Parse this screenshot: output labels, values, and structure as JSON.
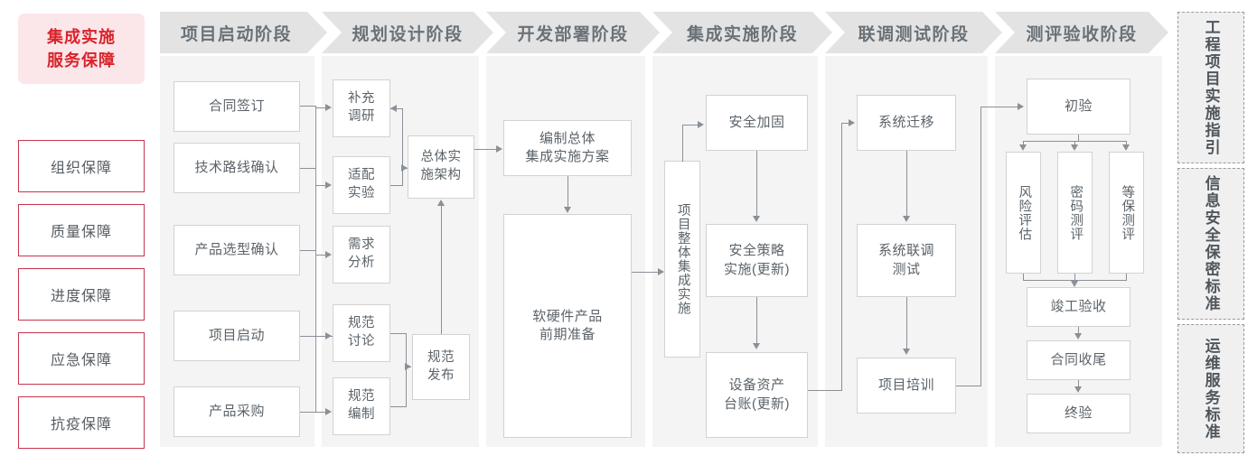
{
  "hero": {
    "line1": "集成实施",
    "line2": "服务保障",
    "color": "#d8232a",
    "background": "#fbe6ea"
  },
  "guarantees": [
    {
      "label": "组织保障"
    },
    {
      "label": "质量保障"
    },
    {
      "label": "进度保障"
    },
    {
      "label": "应急保障"
    },
    {
      "label": "抗疫保障"
    }
  ],
  "stages": [
    {
      "id": "stage-1",
      "title": "项目启动阶段"
    },
    {
      "id": "stage-2",
      "title": "规划设计阶段"
    },
    {
      "id": "stage-3",
      "title": "开发部署阶段"
    },
    {
      "id": "stage-4",
      "title": "集成实施阶段"
    },
    {
      "id": "stage-5",
      "title": "联调测试阶段"
    },
    {
      "id": "stage-6",
      "title": "测评验收阶段"
    }
  ],
  "nodes": {
    "stage1": [
      {
        "id": "contract-signing",
        "label": "合同签订"
      },
      {
        "id": "tech-route-confirm",
        "label": "技术路线确认"
      },
      {
        "id": "product-selection-confirm",
        "label": "产品选型确认"
      },
      {
        "id": "project-kickoff",
        "label": "项目启动"
      },
      {
        "id": "product-procurement",
        "label": "产品采购"
      }
    ],
    "stage2": [
      {
        "id": "supplementary-research",
        "label": "补充\n调研"
      },
      {
        "id": "adaptation-experiment",
        "label": "适配\n实验"
      },
      {
        "id": "requirement-analysis",
        "label": "需求\n分析"
      },
      {
        "id": "spec-discussion",
        "label": "规范\n讨论"
      },
      {
        "id": "spec-drafting",
        "label": "规范\n编制"
      },
      {
        "id": "overall-implementation-architecture",
        "label": "总体实\n施架构"
      },
      {
        "id": "spec-release",
        "label": "规范\n发布"
      }
    ],
    "stage3": [
      {
        "id": "overall-integration-plan",
        "label": "编制总体\n集成实施方案"
      },
      {
        "id": "hw-sw-preparation",
        "label": "软硬件产品\n前期准备"
      }
    ],
    "stage4": [
      {
        "id": "overall-project-integration",
        "label": "项目整体集成实施"
      },
      {
        "id": "security-hardening",
        "label": "安全加固"
      },
      {
        "id": "security-policy-impl",
        "label": "安全策略\n实施(更新)"
      },
      {
        "id": "asset-ledger-update",
        "label": "设备资产\n台账(更新)"
      }
    ],
    "stage5": [
      {
        "id": "system-migration",
        "label": "系统迁移"
      },
      {
        "id": "system-joint-test",
        "label": "系统联调\n测试"
      },
      {
        "id": "project-training",
        "label": "项目培训"
      }
    ],
    "stage6": [
      {
        "id": "preliminary-acceptance",
        "label": "初验"
      },
      {
        "id": "risk-assessment",
        "label": "风险评估"
      },
      {
        "id": "crypto-evaluation",
        "label": "密码测评"
      },
      {
        "id": "mlps-evaluation",
        "label": "等保测评"
      },
      {
        "id": "completion-acceptance",
        "label": "竣工验收"
      },
      {
        "id": "contract-closeout",
        "label": "合同收尾"
      },
      {
        "id": "final-acceptance",
        "label": "终验"
      }
    ]
  },
  "standards": [
    {
      "id": "engineering-guide",
      "label": "工程项目实施指引"
    },
    {
      "id": "infosec-standard",
      "label": "信息安全保密标准"
    },
    {
      "id": "ops-service-standard",
      "label": "运维服务标准"
    }
  ],
  "colors": {
    "accent_red": "#d8232a",
    "guard_border": "#c8344b",
    "panel_bg": "#f4f4f4",
    "header_bg": "#e3e3e3",
    "node_border": "#d2d2d2",
    "connector": "#8a9097",
    "text": "#5b6369"
  }
}
